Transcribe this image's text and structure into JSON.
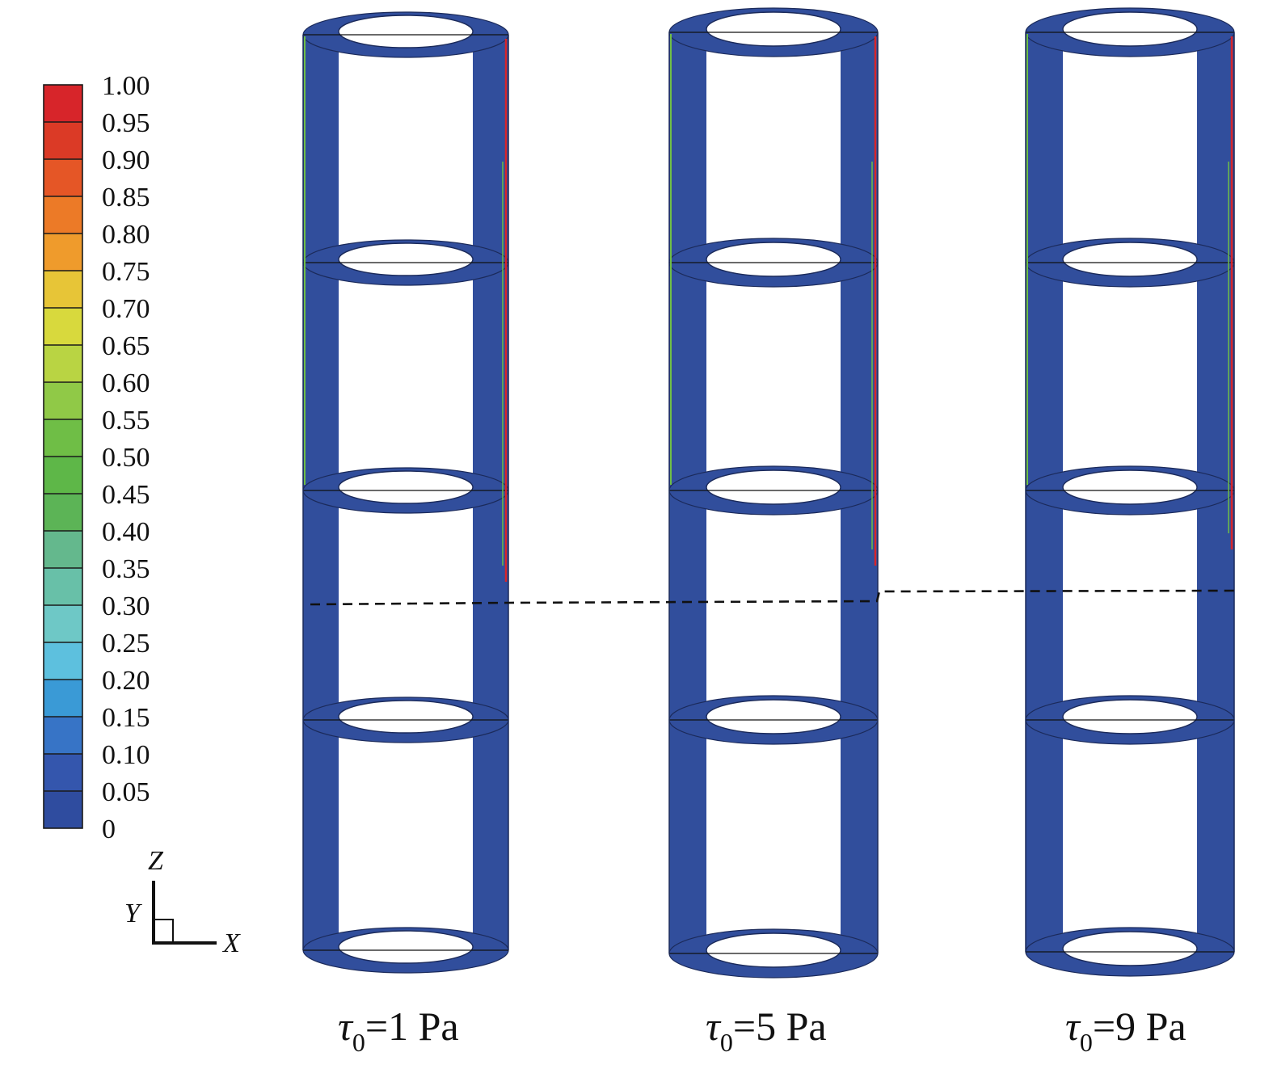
{
  "colorbar": {
    "ticks": [
      "1.00",
      "0.95",
      "0.90",
      "0.85",
      "0.80",
      "0.75",
      "0.70",
      "0.65",
      "0.60",
      "0.55",
      "0.50",
      "0.45",
      "0.40",
      "0.35",
      "0.30",
      "0.25",
      "0.20",
      "0.15",
      "0.10",
      "0.05",
      "0"
    ],
    "colors": [
      "#d7252a",
      "#db3a26",
      "#e55626",
      "#ec7a27",
      "#ef9b2c",
      "#e7c537",
      "#d8d93d",
      "#b9d443",
      "#90c947",
      "#6fbe46",
      "#5eb748",
      "#5cb456",
      "#64b88d",
      "#68c0a8",
      "#6ec8c6",
      "#5dc0de",
      "#3a9ad6",
      "#3774c6",
      "#3456ad",
      "#2f4c9f"
    ]
  },
  "axes": {
    "z": "Z",
    "y": "Y",
    "x": "X"
  },
  "cases": [
    {
      "symbol": "τ",
      "subscript": "0",
      "rest": "=1 Pa",
      "dash_level": 0.38
    },
    {
      "symbol": "τ",
      "subscript": "0",
      "rest": "=5 Pa",
      "dash_level": 0.38
    },
    {
      "symbol": "τ",
      "subscript": "0",
      "rest": "=9 Pa",
      "dash_level": 0.4
    }
  ],
  "colors": {
    "wall": "#314e9c",
    "wall_dark": "#2a4490",
    "hot": "#d7252a",
    "warm": "#6fbe46"
  }
}
